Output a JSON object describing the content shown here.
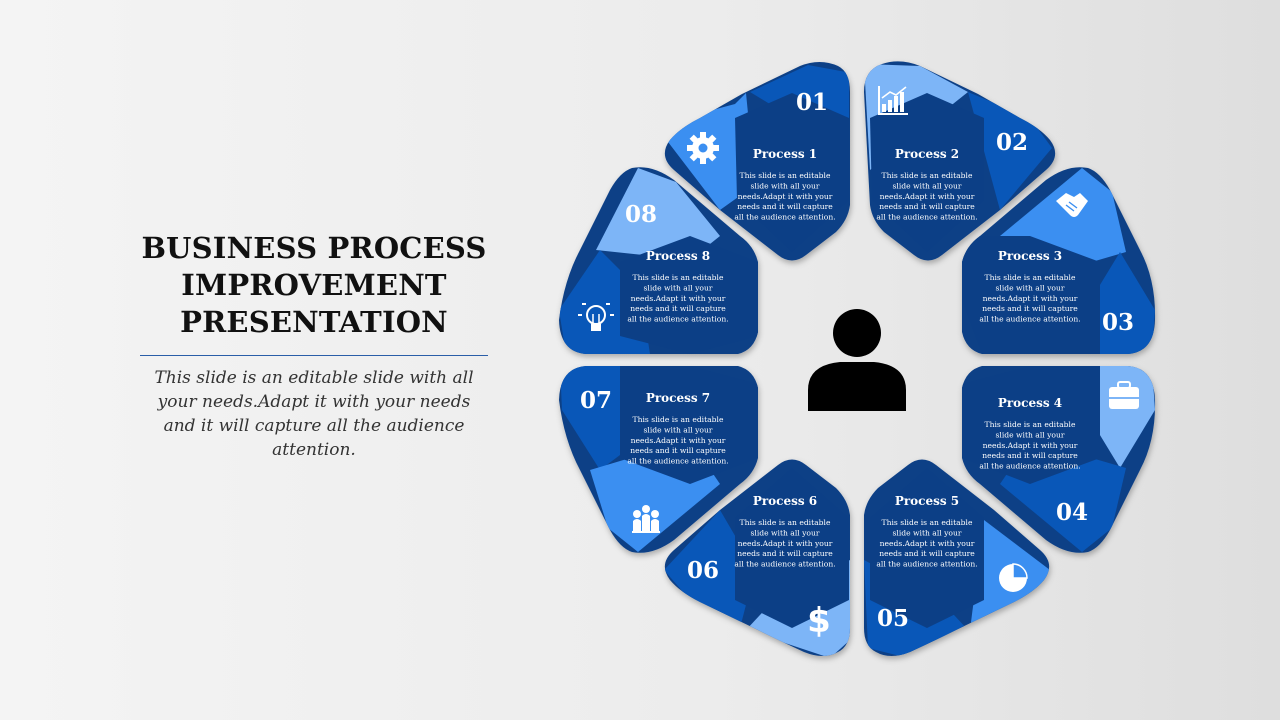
{
  "slide": {
    "title_lines": [
      "BUSINESS PROCESS",
      "IMPROVEMENT",
      "PRESENTATION"
    ],
    "subtitle": "This slide is an editable slide with all your needs.Adapt it with your needs and it will capture all the audience attention."
  },
  "diagram": {
    "center_icon": "person-icon",
    "colors": {
      "dark": "#0c3f86",
      "mid": "#0957b8",
      "light": "#3b8ff1",
      "lighter": "#7db5f7"
    },
    "processes": [
      {
        "number": "01",
        "title": "Process 1",
        "icon": "gear-icon",
        "desc_lines": [
          "This slide is an editable",
          "slide with all your",
          "needs.Adapt it with your",
          "needs and it will capture",
          "all the audience attention."
        ]
      },
      {
        "number": "02",
        "title": "Process 2",
        "icon": "chart-icon",
        "desc_lines": [
          "This slide is an editable",
          "slide with all your",
          "needs.Adapt it with your",
          "needs and it will capture",
          "all the audience attention."
        ]
      },
      {
        "number": "03",
        "title": "Process 3",
        "icon": "handshake-icon",
        "desc_lines": [
          "This slide is an editable",
          "slide with all your",
          "needs.Adapt it with your",
          "needs and it will capture",
          "all the audience attention."
        ]
      },
      {
        "number": "04",
        "title": "Process 4",
        "icon": "briefcase-icon",
        "desc_lines": [
          "This slide is an editable",
          "slide with all your",
          "needs.Adapt it with your",
          "needs and it will capture",
          "all the audience attention."
        ]
      },
      {
        "number": "05",
        "title": "Process 5",
        "icon": "pie-chart-icon",
        "desc_lines": [
          "This slide is an editable",
          "slide with all your",
          "needs.Adapt it with your",
          "needs and it will capture",
          "all the audience attention."
        ]
      },
      {
        "number": "06",
        "title": "Process 6",
        "icon": "dollar-icon",
        "desc_lines": [
          "This slide is an editable",
          "slide with all your",
          "needs.Adapt it with your",
          "needs and it will capture",
          "all the audience attention."
        ]
      },
      {
        "number": "07",
        "title": "Process 7",
        "icon": "team-icon",
        "desc_lines": [
          "This slide is an editable",
          "slide with all your",
          "needs.Adapt it with your",
          "needs and it will capture",
          "all the audience attention."
        ]
      },
      {
        "number": "08",
        "title": "Process 8",
        "icon": "lightbulb-icon",
        "desc_lines": [
          "This slide is an editable",
          "slide with all your",
          "needs.Adapt it with your",
          "needs and it will capture",
          "all the audience attention."
        ]
      }
    ]
  }
}
